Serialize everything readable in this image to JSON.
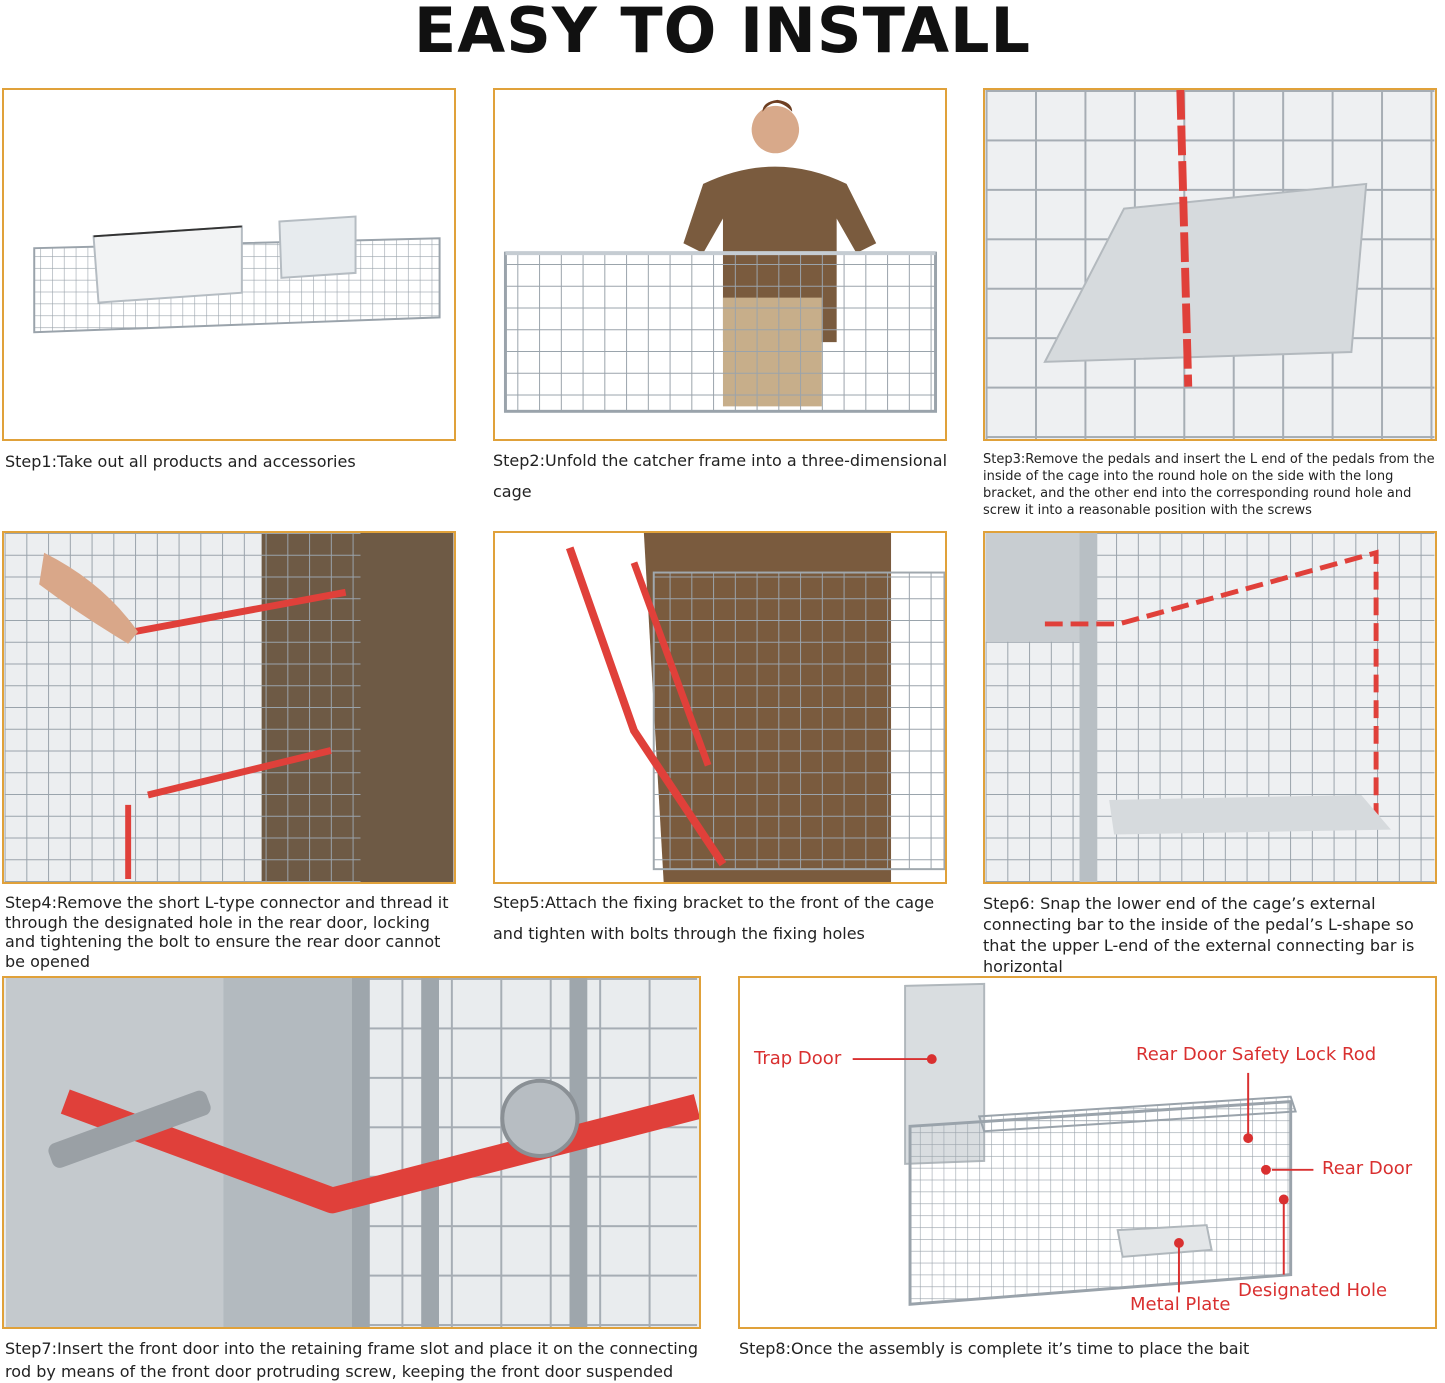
{
  "title": "EASY TO INSTALL",
  "accent_colors": {
    "frame_border": "#e0a13a",
    "rod_red": "#e0403a",
    "label_red": "#d93030"
  },
  "steps": [
    {
      "caption": "Step1:Take out all products and accessories"
    },
    {
      "caption": "Step2:Unfold the catcher frame into a three-dimensional cage"
    },
    {
      "caption": "Step3:Remove the pedals and insert the L end of the pedals from the inside of the cage into the round hole on the side with the long bracket, and the other end into the corresponding round hole and screw it into a reasonable position with the screws"
    },
    {
      "caption": "Step4:Remove the short L-type connector and thread it through the designated hole in the rear door, locking and tightening the bolt to ensure the rear door cannot be opened"
    },
    {
      "caption": "Step5:Attach the fixing bracket to the front of the cage and tighten with bolts through the fixing holes"
    },
    {
      "caption": "Step6: Snap the lower end of the cage’s external connecting bar to the inside of the pedal’s L-shape so that the upper L-end of the external connecting bar is horizontal"
    },
    {
      "caption": "Step7:Insert the front door into the retaining frame slot and place it on the connecting rod by means of the front door protruding screw, keeping the front door suspended"
    },
    {
      "caption": "Step8:Once the assembly is complete it’s time to place the bait"
    }
  ],
  "diagram_labels": {
    "trap_door": "Trap Door",
    "rear_door_lock_rod": "Rear Door Safety Lock Rod",
    "rear_door": "Rear Door",
    "designated_hole": "Designated Hole",
    "metal_plate": "Metal Plate"
  }
}
